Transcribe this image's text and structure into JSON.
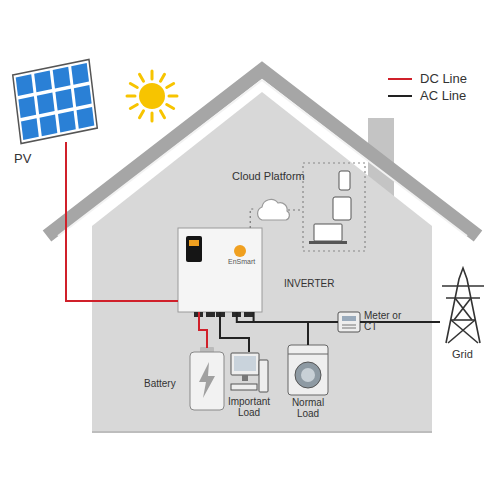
{
  "diagram": {
    "nodes": [
      {
        "text": [
          "PV"
        ]
      },
      {
        "text": [
          "Cloud Platform"
        ]
      },
      {
        "text": [
          "EnSmart",
          "INVERTER"
        ]
      },
      {
        "text": [
          "Meter or CT"
        ]
      },
      {
        "text": [
          "Grid"
        ]
      },
      {
        "text": [
          "Battery"
        ]
      },
      {
        "text": [
          "Important Load"
        ]
      },
      {
        "text": [
          "Normal Load"
        ]
      }
    ],
    "edges": [
      {
        "from": 0,
        "to": 2,
        "arrow": "none"
      },
      {
        "from": 2,
        "to": 1,
        "arrow": "none"
      },
      {
        "from": 2,
        "to": 5,
        "arrow": "none"
      },
      {
        "from": 2,
        "to": 6,
        "arrow": "none"
      },
      {
        "from": 2,
        "to": 7,
        "arrow": "none"
      },
      {
        "from": 2,
        "to": 3,
        "arrow": "none"
      },
      {
        "from": 3,
        "to": 4,
        "arrow": "none"
      }
    ],
    "legend": [
      {
        "text": "DC Line",
        "color": "#d0202a"
      },
      {
        "text": "AC Line",
        "color": "#222222"
      }
    ]
  }
}
